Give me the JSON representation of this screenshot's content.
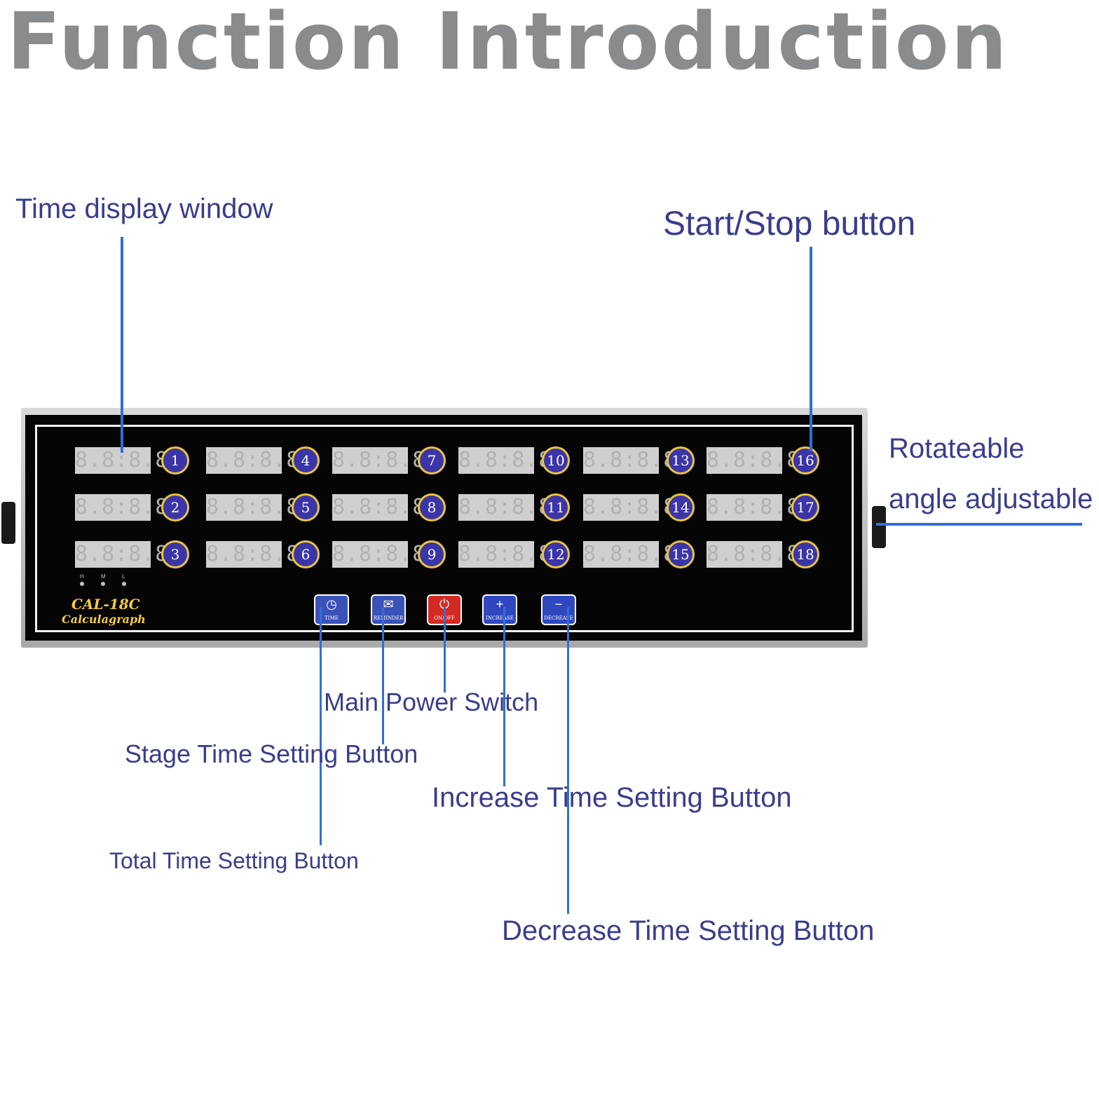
{
  "title": "Function Introduction",
  "labels": {
    "time_display_window": "Time display window",
    "start_stop_button": "Start/Stop button",
    "rotateable": "Rotateable",
    "angle_adjustable": "angle adjustable",
    "main_power_switch": "Main Power Switch",
    "stage_time_setting_button": "Stage Time Setting Button",
    "increase_time_setting_button": "Increase Time Setting Button",
    "total_time_setting_button": "Total Time Setting Button",
    "decrease_time_setting_button": "Decrease Time Setting Button"
  },
  "device": {
    "model": "CAL-18C",
    "name": "Calculagraph",
    "display_text": "8.8:8.8",
    "timers": [
      "1",
      "2",
      "3",
      "4",
      "5",
      "6",
      "7",
      "8",
      "9",
      "10",
      "11",
      "12",
      "13",
      "14",
      "15",
      "16",
      "17",
      "18"
    ],
    "led_labels": [
      "H",
      "M",
      "L"
    ],
    "buttons": [
      {
        "icon": "clock-icon",
        "glyph": "◷",
        "label": "TIME",
        "color": "#3a52b8"
      },
      {
        "icon": "reminder-icon",
        "glyph": "✉",
        "label": "REMINDER",
        "color": "#3a52b8"
      },
      {
        "icon": "power-icon",
        "glyph": "⏻",
        "label": "ON/OFF",
        "color": "#d42a24"
      },
      {
        "icon": "plus-icon",
        "glyph": "+",
        "label": "INCREASE",
        "color": "#2f48c0"
      },
      {
        "icon": "minus-icon",
        "glyph": "−",
        "label": "DECREASE",
        "color": "#2f48c0"
      }
    ]
  },
  "colors": {
    "label_text": "#3a3d8c",
    "leader_line": "#2f6fd6",
    "title": "#8a8b8d"
  }
}
